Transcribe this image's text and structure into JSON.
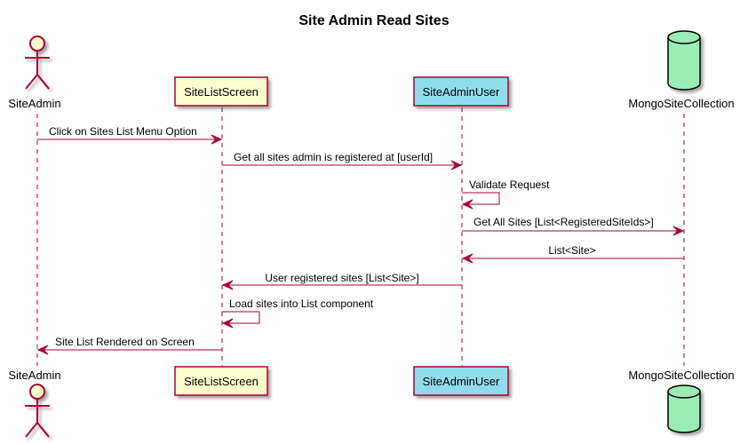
{
  "diagram": {
    "title": "Site Admin Read Sites",
    "colors": {
      "line": "#A80036",
      "actor_fill": "#FEFECE",
      "screen_fill": "#FEFECE",
      "user_fill": "#8FDDEC",
      "db_fill": "#9AEDB5",
      "db_stroke": "#000000",
      "shadow": "#C8C8C8"
    },
    "participants": {
      "site_admin": "SiteAdmin",
      "site_list_screen": "SiteListScreen",
      "site_admin_user": "SiteAdminUser",
      "mongo_site_collection": "MongoSiteCollection"
    },
    "messages": [
      {
        "from": "SiteAdmin",
        "to": "SiteListScreen",
        "text": "Click on Sites List Menu Option"
      },
      {
        "from": "SiteListScreen",
        "to": "SiteAdminUser",
        "text": "Get all sites admin is registered at [userId]"
      },
      {
        "from": "SiteAdminUser",
        "to": "SiteAdminUser",
        "text": "Validate Request"
      },
      {
        "from": "SiteAdminUser",
        "to": "MongoSiteCollection",
        "text": "Get All Sites [List<RegisteredSiteIds>]"
      },
      {
        "from": "MongoSiteCollection",
        "to": "SiteAdminUser",
        "text": "List<Site>"
      },
      {
        "from": "SiteAdminUser",
        "to": "SiteListScreen",
        "text": "User registered sites [List<Site>]"
      },
      {
        "from": "SiteListScreen",
        "to": "SiteListScreen",
        "text": "Load sites into List component"
      },
      {
        "from": "SiteListScreen",
        "to": "SiteAdmin",
        "text": "Site List Rendered on Screen"
      }
    ]
  }
}
